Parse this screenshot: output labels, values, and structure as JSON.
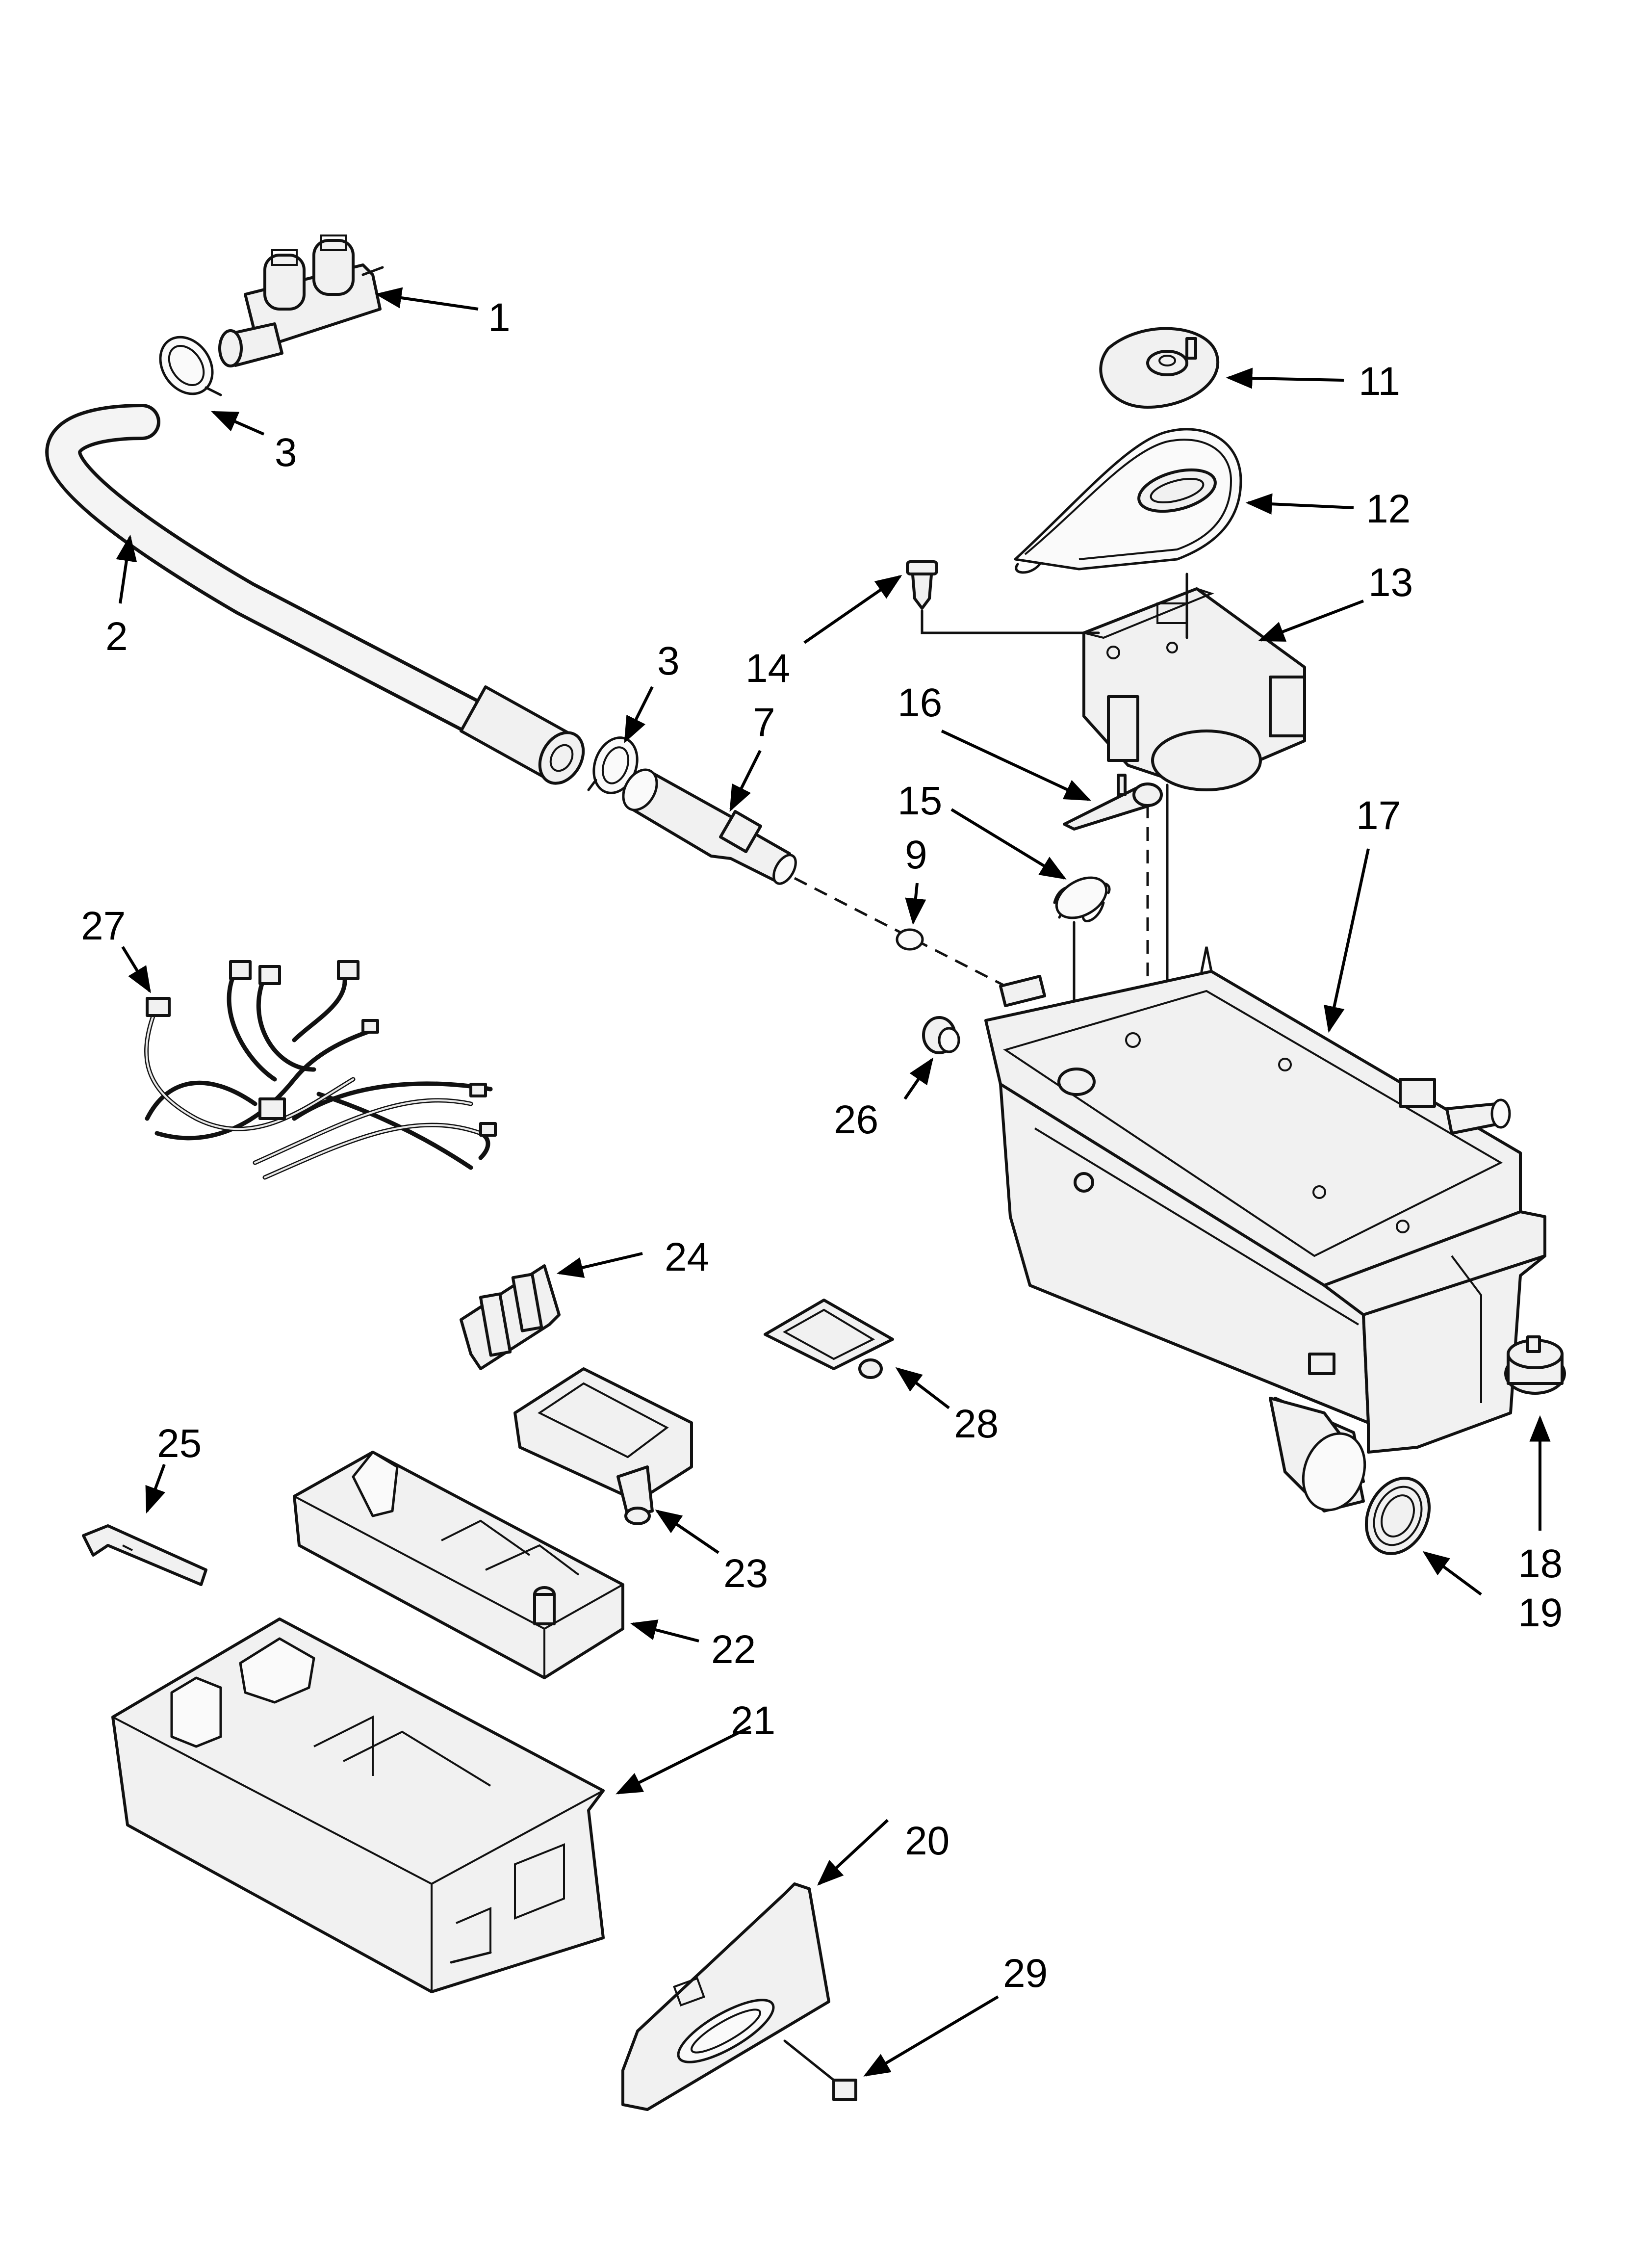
{
  "labels": [
    {
      "id": "1",
      "text": "1"
    },
    {
      "id": "2",
      "text": "2"
    },
    {
      "id": "3a",
      "text": "3"
    },
    {
      "id": "3b",
      "text": "3"
    },
    {
      "id": "7",
      "text": "7"
    },
    {
      "id": "9",
      "text": "9"
    },
    {
      "id": "11",
      "text": "11"
    },
    {
      "id": "12",
      "text": "12"
    },
    {
      "id": "13",
      "text": "13"
    },
    {
      "id": "14",
      "text": "14"
    },
    {
      "id": "15",
      "text": "15"
    },
    {
      "id": "16",
      "text": "16"
    },
    {
      "id": "17",
      "text": "17"
    },
    {
      "id": "18",
      "text": "18"
    },
    {
      "id": "19",
      "text": "19"
    },
    {
      "id": "20",
      "text": "20"
    },
    {
      "id": "21",
      "text": "21"
    },
    {
      "id": "22",
      "text": "22"
    },
    {
      "id": "23",
      "text": "23"
    },
    {
      "id": "24",
      "text": "24"
    },
    {
      "id": "25",
      "text": "25"
    },
    {
      "id": "26",
      "text": "26"
    },
    {
      "id": "27",
      "text": "27"
    },
    {
      "id": "28",
      "text": "28"
    },
    {
      "id": "29",
      "text": "29"
    }
  ]
}
